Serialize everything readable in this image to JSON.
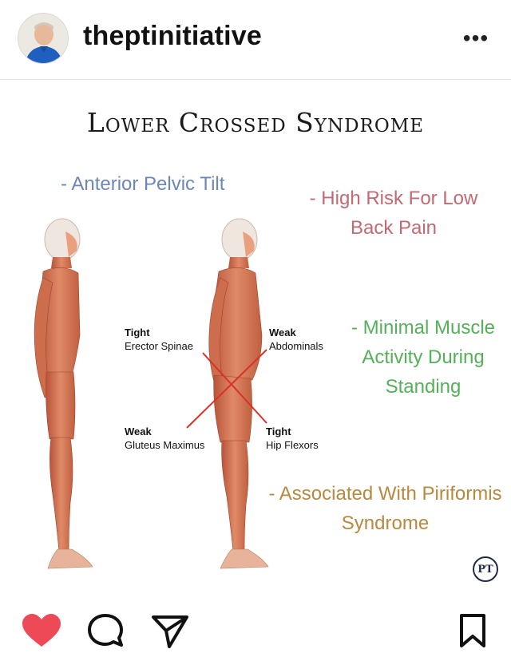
{
  "header": {
    "username": "theptinitiative",
    "more_icon": "more-horizontal-icon",
    "more_glyph": "•••"
  },
  "post": {
    "title": "Lower Crossed Syndrome",
    "notes": {
      "anterior_pelvic_tilt": "- Anterior Pelvic Tilt",
      "high_risk_line1": "- High Risk For Low",
      "high_risk_line2": "Back Pain",
      "minimal_muscle_line1": "- Minimal Muscle",
      "minimal_muscle_line2": "Activity During",
      "minimal_muscle_line3": "Standing",
      "piriformis_line1": "- Associated With Piriformis",
      "piriformis_line2": "Syndrome"
    },
    "labels": {
      "tight_erector": {
        "state": "Tight",
        "muscle": "Erector Spinae"
      },
      "weak_abdominals": {
        "state": "Weak",
        "muscle": "Abdominals"
      },
      "weak_gluteus": {
        "state": "Weak",
        "muscle": "Gluteus Maximus"
      },
      "tight_hip_flexors": {
        "state": "Tight",
        "muscle": "Hip Flexors"
      }
    },
    "cross_color": "#d9322b",
    "logo_text": "PT"
  },
  "actions": {
    "like_icon": "heart-icon",
    "comment_icon": "comment-icon",
    "share_icon": "send-icon",
    "save_icon": "bookmark-icon",
    "like_color": "#ed4956"
  }
}
